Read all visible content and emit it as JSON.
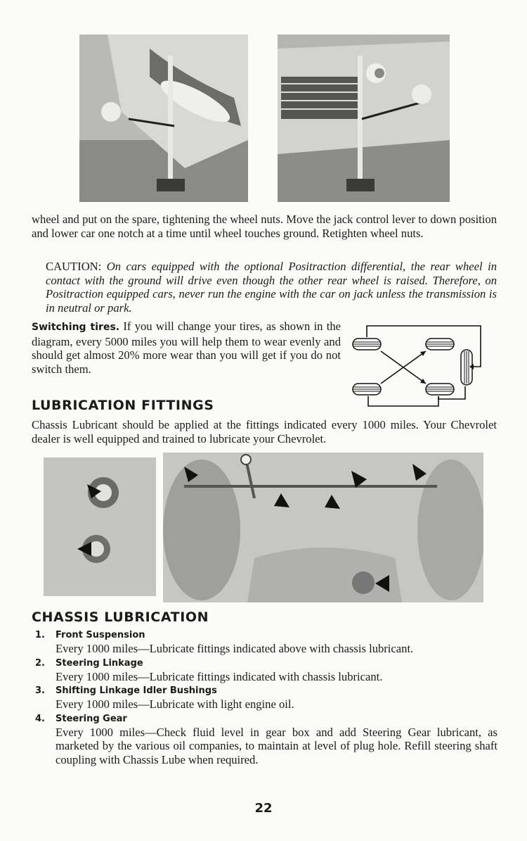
{
  "intro_paragraph": "wheel and put on the spare, tightening the wheel nuts. Move the jack control lever to down position and lower car one notch at a time until wheel touches ground. Retighten wheel nuts.",
  "caution": {
    "label": "CAUTION:",
    "text": "On cars equipped with the optional Positraction differential, the rear wheel in contact with the ground will drive even though the other rear wheel is raised. Therefore, on Positraction equipped cars, never run the engine with the car on jack unless the transmission is in neutral or park."
  },
  "switching": {
    "lead": "Switching tires.",
    "text": "If you will change your tires, as shown in the diagram, every 5000 miles you will help them to wear evenly and should get almost 20% more wear than you will get if you do not switch them."
  },
  "lubrication_fittings": {
    "heading": "LUBRICATION FITTINGS",
    "text": "Chassis Lubricant should be applied at the fittings indicated every 1000 miles. Your Chevrolet dealer is well equipped and trained to lubricate your Chevrolet."
  },
  "chassis_lubrication": {
    "heading": "CHASSIS LUBRICATION",
    "items": [
      {
        "num": "1.",
        "title": "Front Suspension",
        "desc": "Every 1000 miles—Lubricate fittings indicated above with chassis lubricant."
      },
      {
        "num": "2.",
        "title": "Steering Linkage",
        "desc": "Every 1000 miles—Lubricate fittings indicated with chassis lubricant."
      },
      {
        "num": "3.",
        "title": "Shifting Linkage Idler Bushings",
        "desc": "Every 1000 miles—Lubricate with light engine oil."
      },
      {
        "num": "4.",
        "title": "Steering Gear",
        "desc": "Every 1000 miles—Check fluid level in gear box and add Steering Gear lubricant, as marketed by the various oil companies, to maintain at level of plug hole. Refill steering shaft coupling with Chassis Lube when required."
      }
    ]
  },
  "page_number": "22"
}
